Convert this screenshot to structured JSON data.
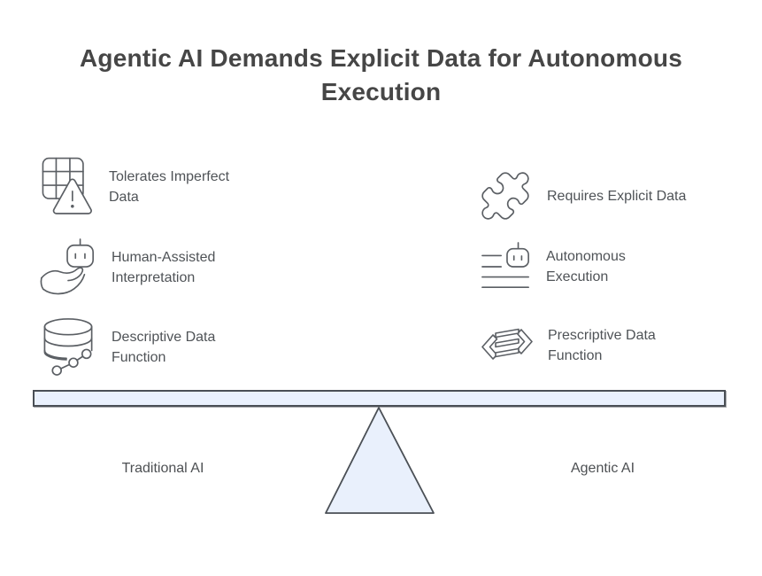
{
  "title": {
    "lines": [
      "Agentic AI Demands Explicit Data for Autonomous",
      "Execution"
    ]
  },
  "comparison": {
    "left": {
      "items": [
        {
          "icon": "table-warning-icon",
          "lines": [
            "Tolerates Imperfect",
            "Data"
          ]
        },
        {
          "icon": "robot-hand-icon",
          "lines": [
            "Human-Assisted",
            "Interpretation"
          ]
        },
        {
          "icon": "database-network-icon",
          "lines": [
            "Descriptive Data",
            "Function"
          ]
        }
      ]
    },
    "right": {
      "items": [
        {
          "icon": "puzzle-icon",
          "lines": [
            "Requires Explicit Data"
          ]
        },
        {
          "icon": "robot-document-icon",
          "lines": [
            "Autonomous",
            "Execution"
          ]
        },
        {
          "icon": "data-flow-icon",
          "lines": [
            "Prescriptive Data",
            "Function"
          ]
        }
      ]
    }
  },
  "seesaw": {
    "left_label": "Traditional AI",
    "right_label": "Agentic AI"
  },
  "colors": {
    "title_text": "#464646",
    "body_text": "#4f5357",
    "icon_stroke": "#5b5f64",
    "beam_fill": "#eaf1fd",
    "beam_border": "#4a4f55",
    "triangle_fill": "#e9f0fc"
  }
}
